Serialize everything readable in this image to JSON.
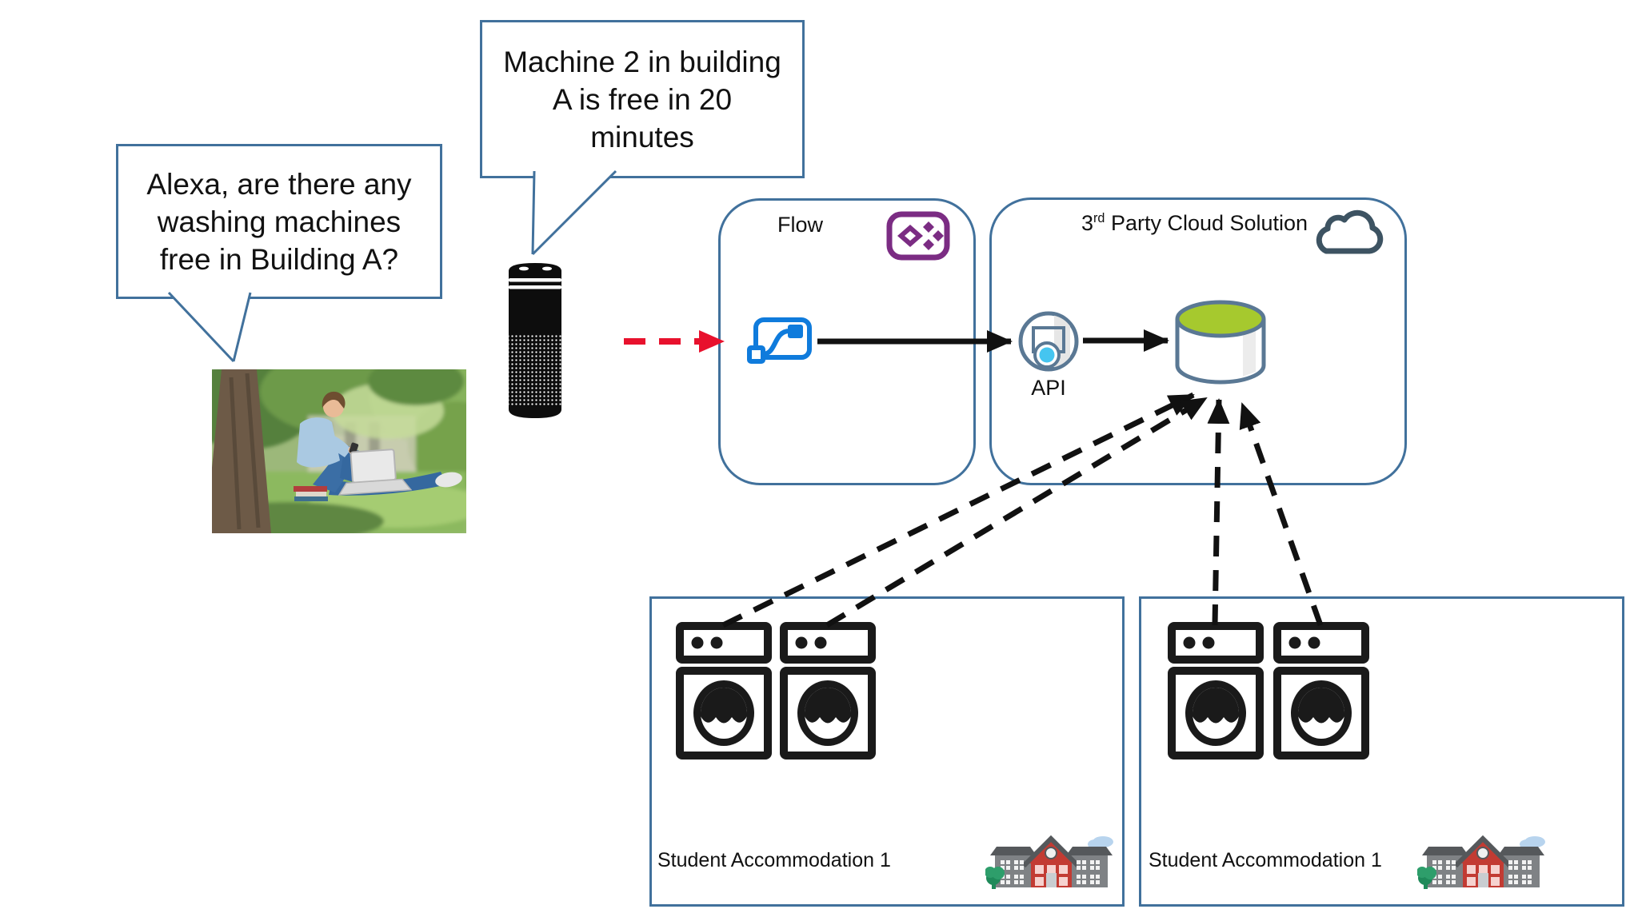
{
  "speech_bubbles": {
    "question": {
      "lines": [
        "Alexa, are there any",
        "washing machines",
        "free in Building A?"
      ]
    },
    "answer": {
      "lines": [
        "Machine 2 in building",
        "A is free in 20",
        "minutes"
      ]
    }
  },
  "flow_box": {
    "title": "Flow"
  },
  "cloud_box": {
    "title_prefix": "3",
    "title_sup": "rd",
    "title_rest": " Party Cloud Solution",
    "api_label": "API"
  },
  "accommodations": [
    {
      "label": "Student Accommodation 1",
      "machine_count": 2
    },
    {
      "label": "Student Accommodation 1",
      "machine_count": 2
    }
  ],
  "icons": {
    "voice_assistant": "amazon-echo-speaker",
    "flow_service_logo": "power-apps-logo",
    "flow_step": "power-automate-flow-icon",
    "cloud": "cloud-outline",
    "api": "api-gateway-circle",
    "database": "database-cylinder-green-top",
    "washing_machine": "washing-machine",
    "building": "school-building",
    "person": "student-under-tree-photo"
  },
  "colors": {
    "border_blue": "#41719c",
    "arrow_red": "#e8112d",
    "arrow_black": "#111111",
    "power_apps_purple": "#7b2c83",
    "power_automate_blue": "#0f7bdc",
    "database_green": "#a6c92e",
    "icon_gray": "#5a7894",
    "api_dot_cyan": "#45c5f0"
  }
}
